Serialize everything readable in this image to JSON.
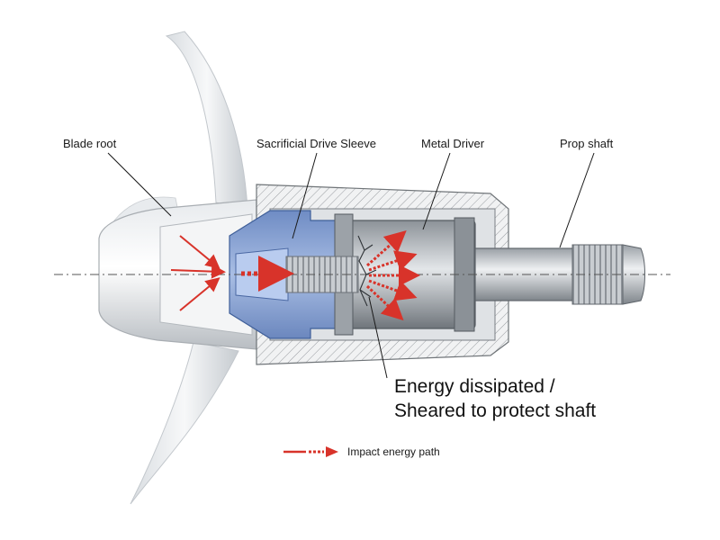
{
  "labels": {
    "blade_root": "Blade root",
    "sleeve": "Sacrificial Drive Sleeve",
    "driver": "Metal Driver",
    "shaft": "Prop shaft"
  },
  "callout": {
    "line1": "Energy dissipated /",
    "line2": "Sheared to protect shaft"
  },
  "legend": {
    "text": "Impact energy path"
  },
  "colors": {
    "arrow": "#d8332a",
    "sleeve": "#8fa9d6",
    "metal": "#b9bec4",
    "hatch": "#8a8a8a"
  }
}
